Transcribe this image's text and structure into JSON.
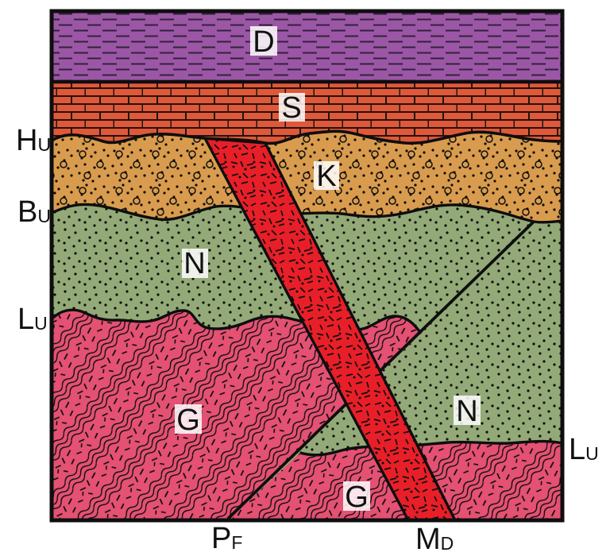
{
  "figure": {
    "kind": "geologic-cross-section",
    "units": [
      {
        "code": "D",
        "pattern": "shale-dashes"
      },
      {
        "code": "S",
        "pattern": "brick-limestone"
      },
      {
        "code": "K",
        "pattern": "conglomerate-dots-circles"
      },
      {
        "code": "N",
        "pattern": "sandstone-dots"
      },
      {
        "code": "G",
        "pattern": "metamorphic-wavy-foliation"
      },
      {
        "code": "M",
        "pattern": "igneous-dike-speckle"
      }
    ]
  },
  "colors": {
    "shale_purple": "#9b57a5",
    "shale_dash": "#33203c",
    "limestone_orange": "#e0583a",
    "mortar_dark": "#1e1410",
    "conglomerate_tan": "#d99c4e",
    "sandstone_green": "#93aa78",
    "metamorphic_pink": "#e45173",
    "dike_red": "#e81f28",
    "line_ink": "#0e0e0e",
    "label_box_bg": "rgba(255,255,255,0.85)"
  },
  "unit_labels": {
    "d": "D",
    "s": "S",
    "k": "K",
    "n_west": "N",
    "n_east": "N",
    "g_west": "G",
    "g_east": "G"
  },
  "markers": {
    "hu": {
      "main": "H",
      "sub": "U"
    },
    "bu": {
      "main": "B",
      "sub": "U"
    },
    "lu_left": {
      "main": "L",
      "sub": "U"
    },
    "lu_right": {
      "main": "L",
      "sub": "U"
    },
    "pf": {
      "main": "P",
      "sub": "F"
    },
    "md": {
      "main": "M",
      "sub": "D"
    }
  }
}
